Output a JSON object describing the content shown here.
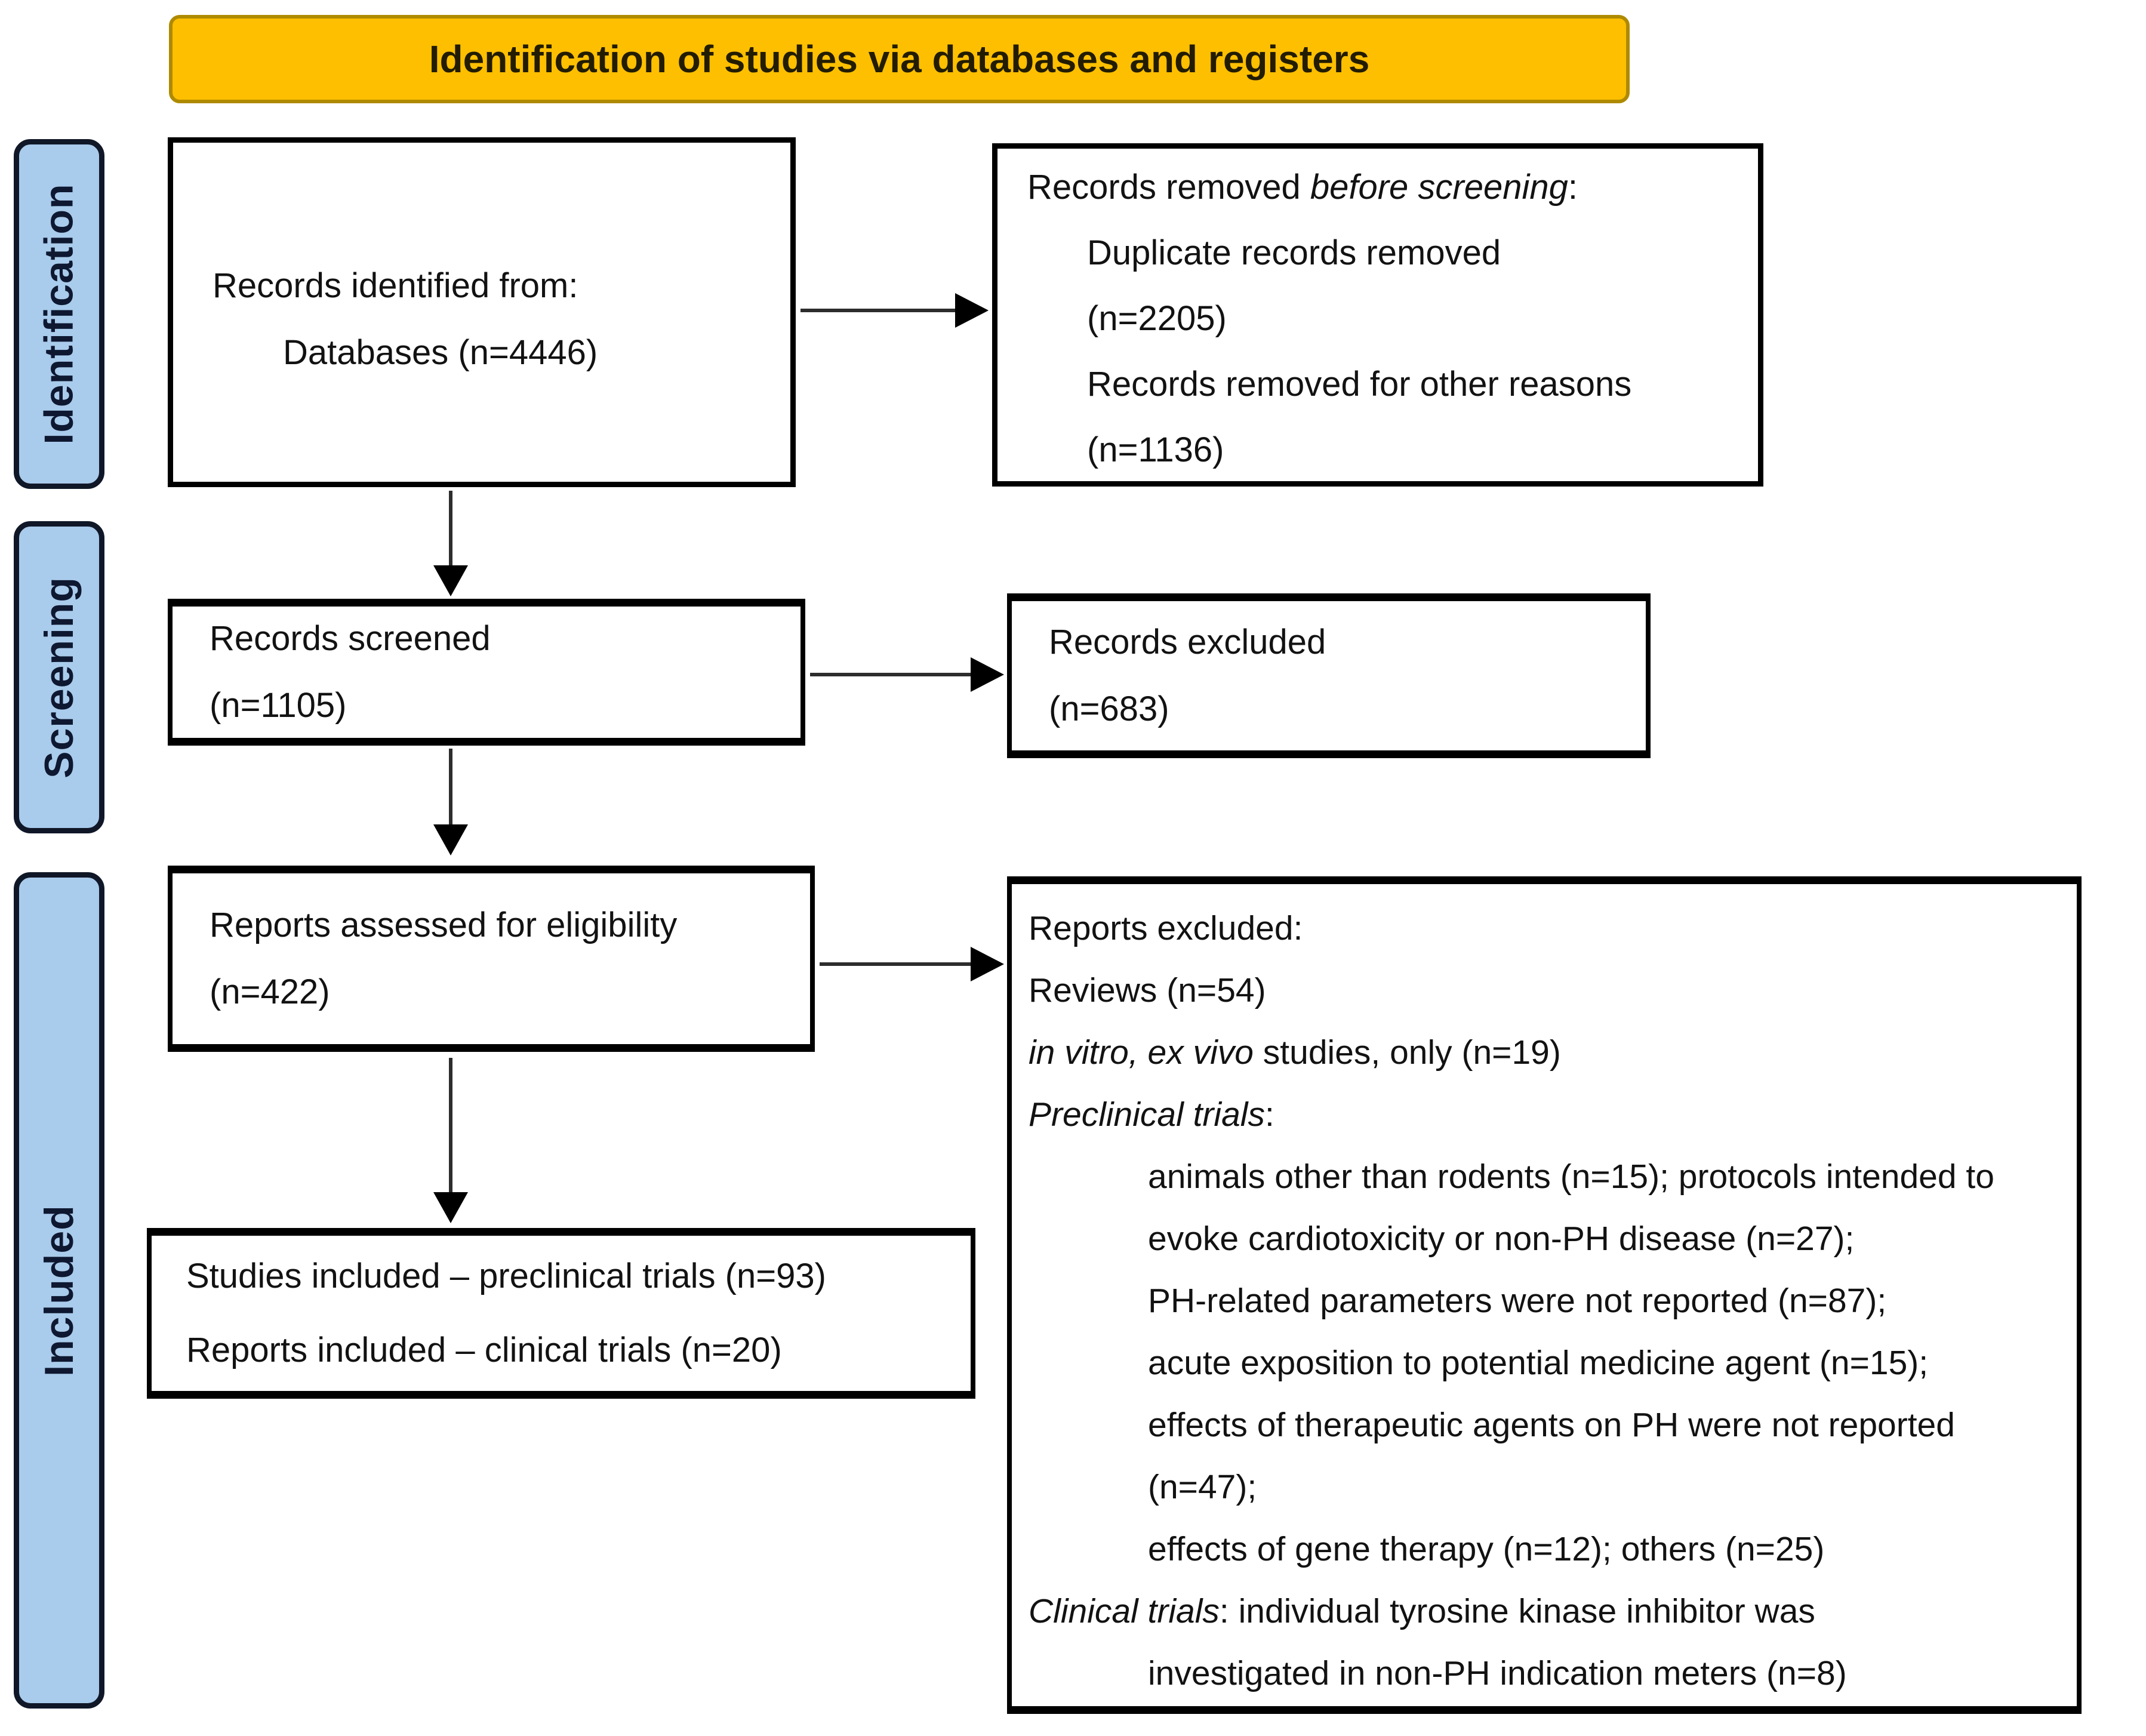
{
  "colors": {
    "banner_fill": "#FEBF00",
    "banner_border": "#AE8A00",
    "stage_fill": "#A9CBEC",
    "stage_border": "#101727",
    "box_border": "#000000",
    "arrow_head": "#000000"
  },
  "banner": {
    "label": "Identification of studies via databases and registers"
  },
  "stages": {
    "identification": "Identification",
    "screening": "Screening",
    "included": "Included"
  },
  "identified_box": {
    "line1": "Records identified from:",
    "line2": "Databases (n=4446)"
  },
  "removed_box": {
    "head_regular": "Records removed ",
    "head_italic": "before screening",
    "head_tail": ":",
    "item1": "Duplicate records removed",
    "item2": "(n=2205)",
    "item3": "Records removed for other reasons",
    "item4": "(n=1136)"
  },
  "screened_box": {
    "line1": "Records screened",
    "line2": "(n=1105)"
  },
  "excluded_box": {
    "line1": "Records excluded",
    "line2": "(n=683)"
  },
  "assessed_box": {
    "line1": "Reports assessed for eligibility",
    "line2": "(n=422)"
  },
  "included_box": {
    "line1": "Studies included – preclinical trials (n=93)",
    "line2": "Reports included – clinical trials (n=20)"
  },
  "reports_excluded_box": {
    "title": "Reports excluded:",
    "reviews": "Reviews (n=54)",
    "invitro_italic": "in vitro, ex vivo",
    "invitro_rest": " studies, only (n=19)",
    "preclinical_italic": "Preclinical trials",
    "preclinical_tail": ":",
    "r1": "animals other than rodents (n=15); protocols intended to",
    "r2": "evoke cardiotoxicity or non-PH disease (n=27);",
    "r3": "PH-related parameters were not reported (n=87);",
    "r4": "acute exposition to potential medicine agent (n=15);",
    "r5": "effects of therapeutic agents on PH were not reported",
    "r6": "(n=47);",
    "r7": "effects of gene therapy (n=12); others (n=25)",
    "clinical_italic": "Clinical trials",
    "clinical_rest": ": individual tyrosine kinase inhibitor was",
    "clinical_cont": "investigated in non-PH indication meters (n=8)"
  }
}
